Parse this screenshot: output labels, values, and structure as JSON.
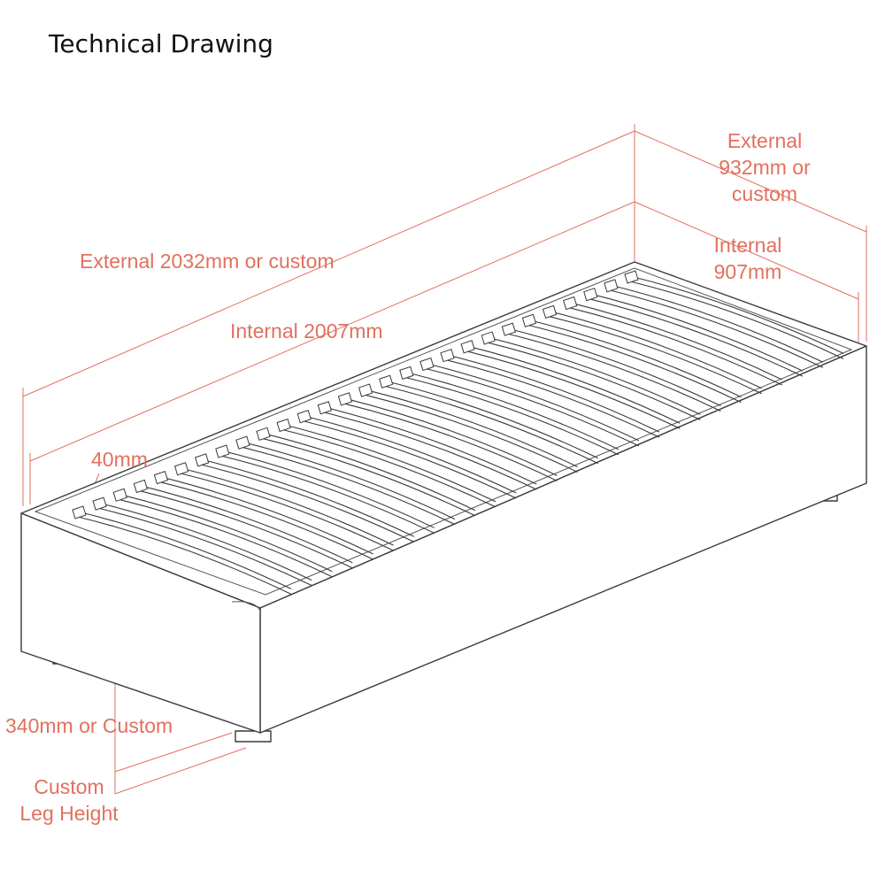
{
  "title": "Technical Drawing",
  "annotation_color": "#e2705e",
  "line_color": "#3a3a3a",
  "dimensions": {
    "external_length": "External 2032mm or custom",
    "internal_length": "Internal 2007mm",
    "external_width": [
      "External",
      "932mm or",
      "custom"
    ],
    "internal_width": [
      "Internal",
      "907mm"
    ],
    "frame_thickness": "40mm",
    "frame_height": "340mm or Custom",
    "leg_height": [
      "Custom",
      "Leg Height"
    ]
  }
}
